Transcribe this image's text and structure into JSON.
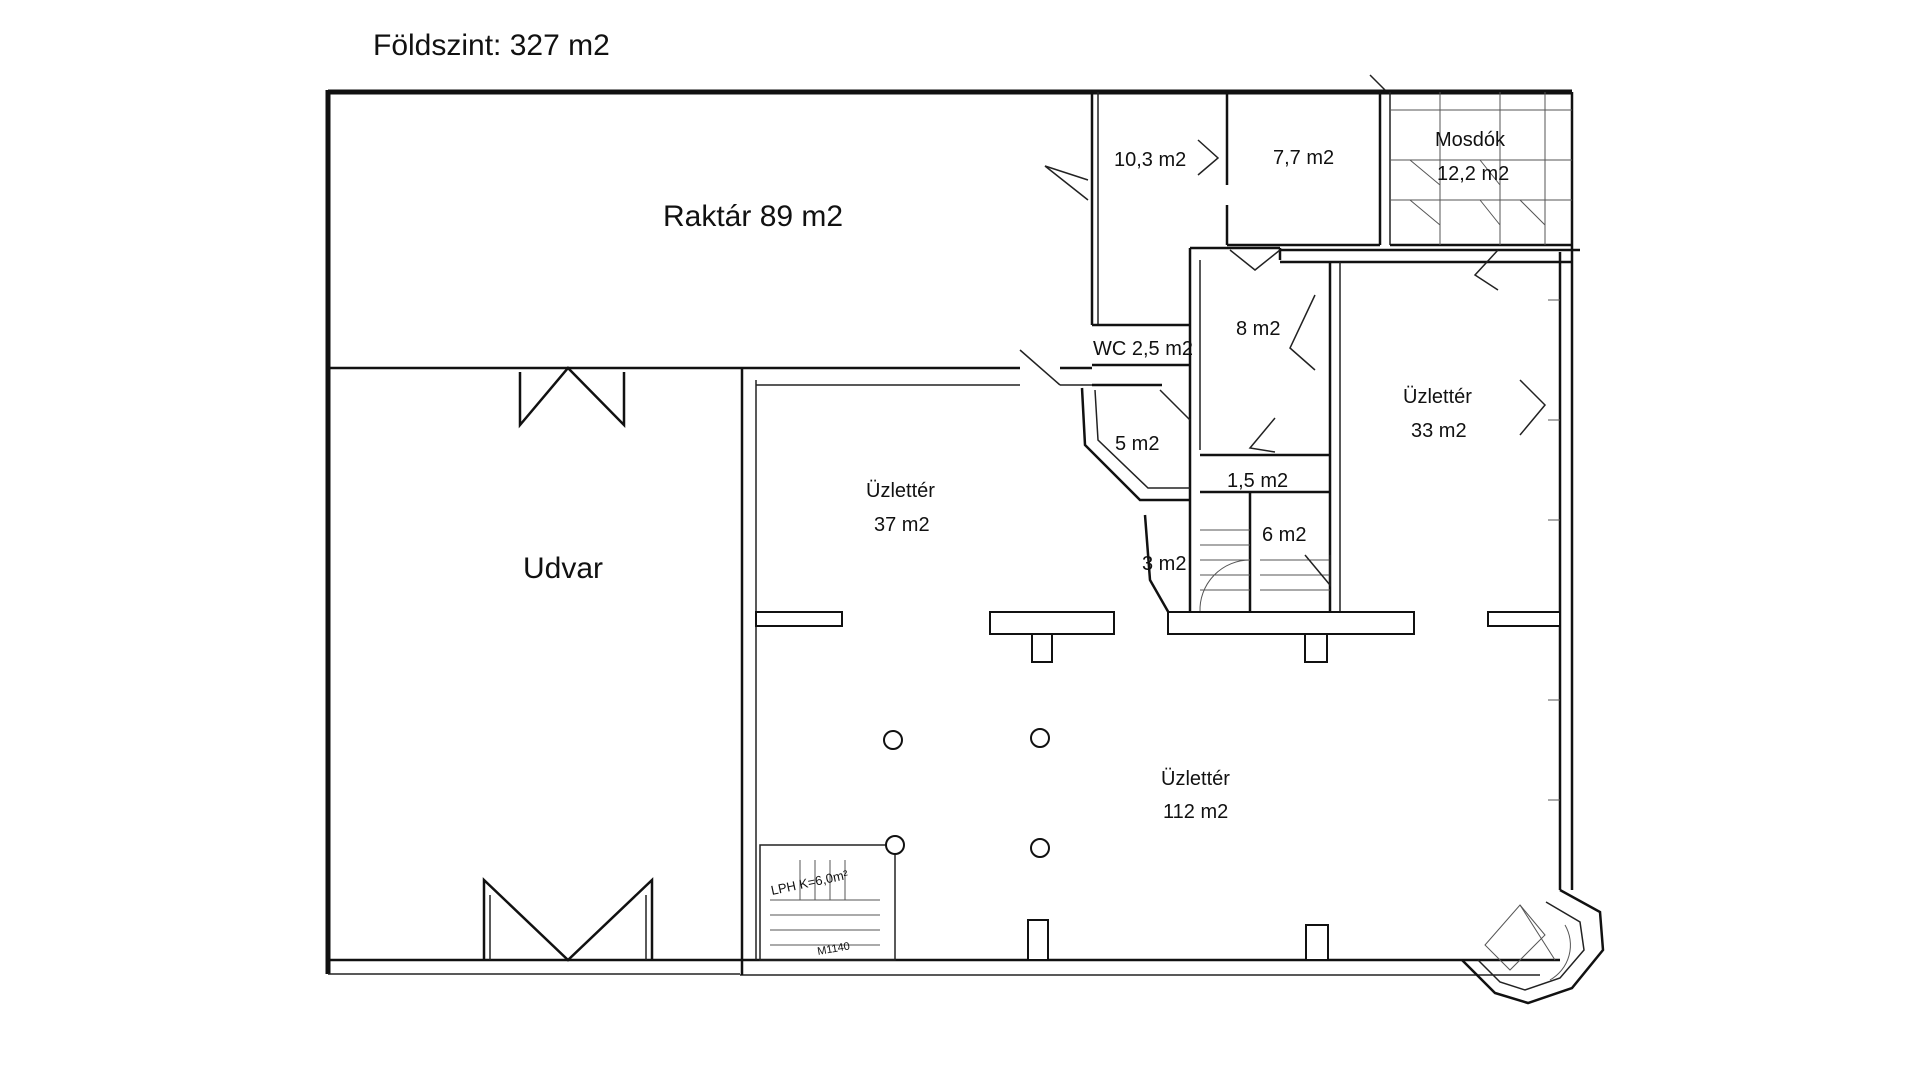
{
  "title": "Földszint: 327 m2",
  "rooms": {
    "raktar": "Raktár 89 m2",
    "udvar": "Udvar",
    "room_10_3": "10,3 m2",
    "room_7_7": "7,7 m2",
    "mosdok_name": "Mosdók",
    "mosdok_area": "12,2 m2",
    "wc": "WC 2,5 m2",
    "room_8": "8 m2",
    "room_5": "5 m2",
    "room_1_5": "1,5 m2",
    "room_6": "6 m2",
    "room_3": "3 m2",
    "uzletter_37_name": "Üzlettér",
    "uzletter_37_area": "37 m2",
    "uzletter_33_name": "Üzlettér",
    "uzletter_33_area": "33 m2",
    "uzletter_112_name": "Üzlettér",
    "uzletter_112_area": "112 m2"
  },
  "annotations": {
    "stair_note": "LPH K=6,0m²",
    "stair_size": "M1140"
  }
}
